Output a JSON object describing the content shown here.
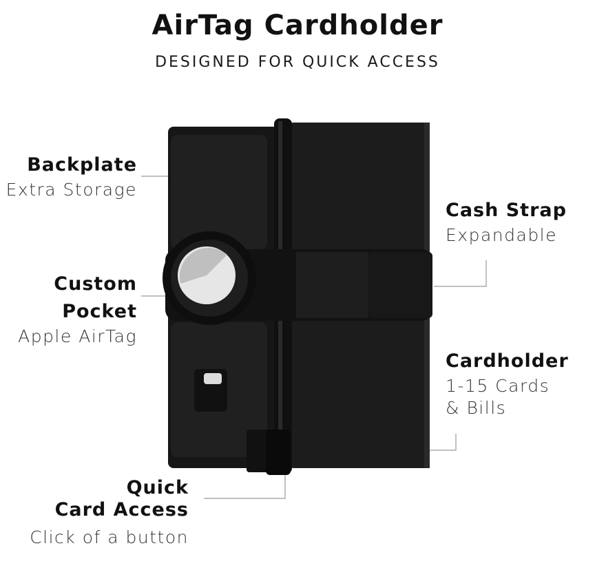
{
  "header": {
    "title": "AirTag Cardholder",
    "subtitle": "DESIGNED FOR QUICK ACCESS"
  },
  "callouts": {
    "backplate": {
      "title": "Backplate",
      "desc": "Extra Storage"
    },
    "custom_pocket": {
      "title_line1": "Custom",
      "title_line2": "Pocket",
      "desc": "Apple AirTag"
    },
    "quick_card_access": {
      "title_line1": "Quick",
      "title_line2": "Card Access",
      "desc": "Click of a button"
    },
    "cash_strap": {
      "title": "Cash Strap",
      "desc": "Expandable"
    },
    "cardholder": {
      "title": "Cardholder",
      "desc_line1": "1-15 Cards",
      "desc_line2": "& Bills"
    }
  },
  "colors": {
    "product_body": "#1a1a1a",
    "product_edge": "#2e2e2e",
    "airtag_silver": "#d9d9d9",
    "leader_line": "#9a9a9a"
  }
}
